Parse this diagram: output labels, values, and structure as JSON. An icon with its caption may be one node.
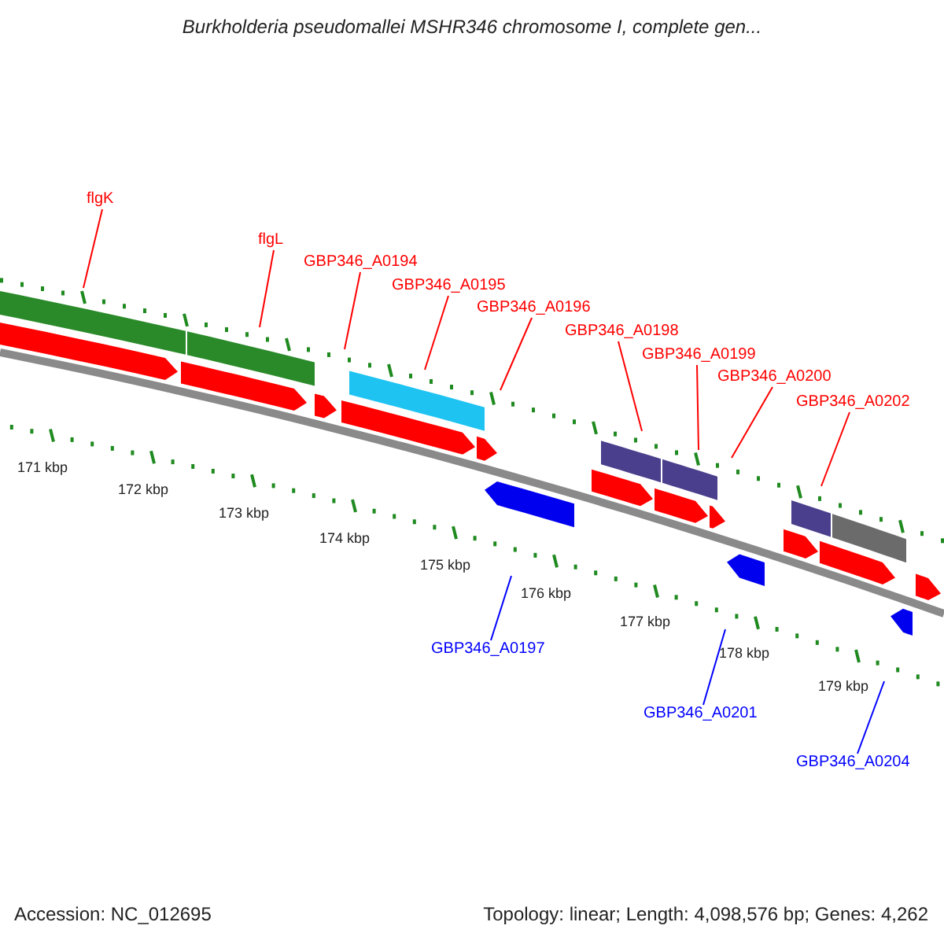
{
  "diagram": {
    "title": "Burkholderia pseudomallei MSHR346 chromosome I, complete gen...",
    "nodes": [
      {
        "text": [
          "flgK"
        ]
      },
      {
        "text": [
          "flgL"
        ]
      },
      {
        "text": [
          "GBP346_A0194"
        ]
      },
      {
        "text": [
          "GBP346_A0195"
        ]
      },
      {
        "text": [
          "GBP346_A0196"
        ]
      },
      {
        "text": [
          "GBP346_A0198"
        ]
      },
      {
        "text": [
          "GBP346_A0199"
        ]
      },
      {
        "text": [
          "GBP346_A0200"
        ]
      },
      {
        "text": [
          "GBP346_A0202"
        ]
      },
      {
        "text": [
          "GBP346_A0197"
        ]
      },
      {
        "text": [
          "GBP346_A0201"
        ]
      },
      {
        "text": [
          "GBP346_A0204"
        ]
      }
    ],
    "edges": [
      {
        "from": 0,
        "to": null,
        "arrow": "none"
      },
      {
        "from": 1,
        "to": null,
        "arrow": "none"
      },
      {
        "from": 2,
        "to": null,
        "arrow": "none"
      },
      {
        "from": 3,
        "to": null,
        "arrow": "none"
      },
      {
        "from": 4,
        "to": null,
        "arrow": "none"
      },
      {
        "from": 5,
        "to": null,
        "arrow": "none"
      },
      {
        "from": 6,
        "to": null,
        "arrow": "none"
      },
      {
        "from": 7,
        "to": null,
        "arrow": "none"
      },
      {
        "from": 8,
        "to": null,
        "arrow": "none"
      },
      {
        "from": 9,
        "to": null,
        "arrow": "none",
        "color": "#0000ff"
      },
      {
        "from": 10,
        "to": null,
        "arrow": "none",
        "color": "#0000ff"
      },
      {
        "from": 11,
        "to": null,
        "arrow": "none",
        "color": "#0000ff"
      }
    ],
    "labels": [
      "171 kbp",
      "172 kbp",
      "173 kbp",
      "174 kbp",
      "175 kbp",
      "176 kbp",
      "177 kbp",
      "178 kbp",
      "179 kbp",
      "Accession: NC_012695",
      "Topology: linear; Length: 4,098,576 bp; Genes: 4,262"
    ]
  }
}
